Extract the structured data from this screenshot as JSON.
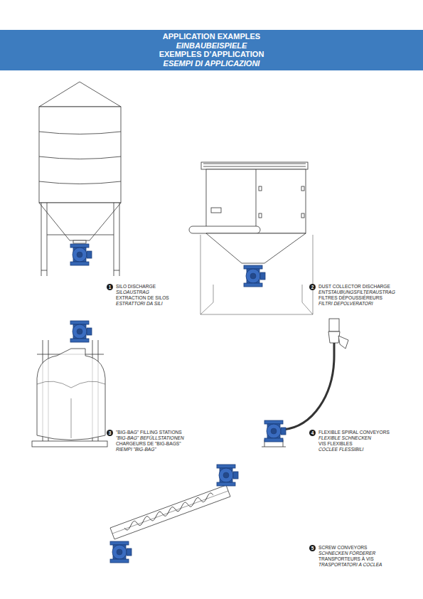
{
  "diagram": {
    "nodes": [
      {
        "text": [
          "APPLICATION EXAMPLES",
          "EINBAUBEISPIELE",
          "EXEMPLES D’APPLICATION",
          "ESEMPI DI APPLICAZIONI"
        ]
      }
    ],
    "labels": [
      "1",
      "SILO DISCHARGE",
      "SILOAUSTRAG",
      "EXTRACTION DE SILOS",
      "ESTRATTORI DA SILI",
      "2",
      "DUST COLLECTOR DISCHARGE",
      "ENTSTAUBUNGSFILTERAUSTRAG",
      "FILTRES DÉPOUSSIÉREURS",
      "FILTRI DEPOLVERATORI",
      "3",
      "\"BIG-BAG\" FILLING STATIONS",
      "\"BIG-BAG\" BEFÜLLSTATIONEN",
      "CHARGEURS DE \"BIG-BAGS\"",
      "RIEMPI \"BIG-BAG\"",
      "4",
      "FLEXIBLE SPIRAL CONVEYORS",
      "FLEXIBLE SCHNECKEN",
      "VIS FLEXIBLES",
      "COCLEE FLESSIBILI",
      "5",
      "SCREW CONVEYORS",
      "SCHNECKEN FÖRDERER",
      "TRANSPORTEURS À VIS",
      "TRASPORTATORI A COCLEA"
    ]
  }
}
